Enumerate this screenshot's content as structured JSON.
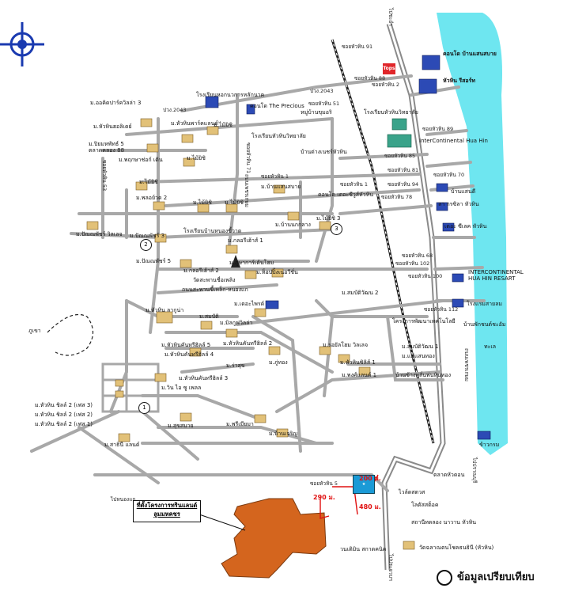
{
  "legend": {
    "text": "ข้อมูลเปรียบเทียบ"
  },
  "project": {
    "label": "ที่ตั้งโครงการทรินแลนด์ ลูมมหคชร"
  },
  "distances": {
    "d200": "200 ม.",
    "d290": "290 ม.",
    "d480": "480 ม."
  },
  "badges": [
    "1",
    "2",
    "3"
  ],
  "colors": {
    "sea": "#6ee6f0",
    "road": "#9a9a9a",
    "project": "#d4651e",
    "red": "#e01010"
  },
  "labels": {
    "sea1": "คอนโด บ้านแสนสบาย",
    "sea2": "หัวหิน รีสอร์ท",
    "sea3": "InterContinental Hua Hin",
    "sea4": "บ้านแสนดี",
    "sea5": "ลา กรซิลา หัวหิน",
    "sea6": "เดอะ ซีเลค หัวหิน",
    "sea7": "INTERCONTINENTAL HUA HIN RESART",
    "sea8": "โรงแรมสายลม",
    "sea9": "บ้านพักชนต์ชะอัม",
    "sea10": "ทะเล",
    "sea11": "ข้าวกรม",
    "sea12": "ตลาดหัวดอน",
    "v1": "ม.ออคิดปาร์ควิลล่า 3",
    "v2": "ม.หัวหินฮอลิเดย์",
    "v3": "ม.ปิยมหพัทธ์ 5",
    "v4": "ตลาดคลอง 88",
    "v5": "ม.พฤกษาช่อก์ เดิน",
    "v6": "ม.หัวหินพาร์คแลนด์",
    "v7": "ม.ไม้ยิชิ",
    "v8": "ม.ไม้ยิชิ",
    "v9": "ม.พลอย์วด 2",
    "v10": "ม.ไม้ยิชิ",
    "v11": "ม.ไม้ยิชิ",
    "v12": "ม.ไม้ยิชิ",
    "v13": "ม.ปัณณพัชร์ วิลเลจ",
    "v14": "ม.ปัณณพัชร์ 3",
    "v15": "ม.ปัณณพัชร์ 5",
    "v16": "ม.กลอรีเฮ้าส์ 1",
    "v17": "ม.กลอรีเฮ้าส์ 2",
    "v18": "ม.ภูษาการ์เด้นโฮม",
    "v19": "ม.ท็อปปิ้งเนอวีชั่น",
    "v20": "วัดสะพานชื่อเพลิง",
    "v21": "ถนนสะพานขี้เหล็ก-หนองแก",
    "v22": "ม.หัวหิน ลากูน่า",
    "v23": "ม.เดอะไพรด์",
    "v24": "ม.สมบัติ",
    "v25": "ม.มิลกูฟวิลล่า",
    "v26": "ม.หัวหินคันทรีฮิลล์ 5",
    "v27": "ม.หัวหินคันทรีฮิลล์ 2",
    "v28": "ม.หัวหินคันทรีฮิลล์ 4",
    "v29": "ม.ร่าสุข",
    "v30": "ม.ภู่ทอง",
    "v31": "ม.หัวหินคันทรีฮิลล์ 3",
    "v32": "ม.วิน ไอ ซู เพลล",
    "v33": "ม.หัวหิน ชิลล์ 2 (เฟส 3)",
    "v34": "ม.หัวหิน ชิลล์ 2 (เฟส 2)",
    "v35": "ม.หัวหิน ชิลล์ 2 (เฟส 1)",
    "v36": "ม.สาธินี แลนด์",
    "v37": "ม.สุขสบาย",
    "v38": "ม.พรีเมียมา",
    "v39": "ม.บ้านเจริญ",
    "v40": "ม.รอยัลโฮม วิลเลจ",
    "v41": "ม.หัวหินซิลิส์ 1",
    "v42": "ม.พงศ์แลนด์ 1",
    "v43": "ม.สมบัติวัฒน 2",
    "v44": "โครงการพัฒนาเทคโนโลยี",
    "v45": "ม.สมบัติวัฒน 1",
    "v46": "ม.แม่แสนทอง",
    "v47": "บ้านข้างพลั่นพ่นหินทอง",
    "v48": "ม.บ้านนกกลาง",
    "v49": "ม.ไม้ยิชิ 3",
    "v50": "ม.บ้านแสนสบาย",
    "v51": "โรงเรียนหอกนวการหลักนาค",
    "v52": "คอนโด The Precious",
    "v53": "หมู่บ้านขุมอริ",
    "v54": "โรงเรียนหัวหินวิทยาลัย",
    "v55": "บ้านต่างเนชร์หัวหิน",
    "v56": "โรงเรียนหัวหินวิทยาลัย",
    "v57": "คอนโด เดอะซีวูส์หัวหิน",
    "v58": "โรงเรียนบ้านหนองขี้วาด",
    "v59": "โลตัสสต็อค",
    "v60": "ไวล์ดสตวส",
    "v61": "สถานีทดลอง นาวาน หัวหิน",
    "v62": "วัดฉลาณตนโชคธนธินี (หัวหิน)",
    "v63": "วนเติมิน สกาดคนิค",
    "v64": "ภูเขา",
    "r1": "ซอยหัวหิน 91",
    "r2": "ซอยหัวหิน 88",
    "r3": "ซอยหัวหิน 89",
    "r4": "ซอยหัวหิน 85",
    "r5": "ซอยหัวหิน 81",
    "r6": "ซอยหัวหิน 94",
    "r7": "ซอยหัวหิน 70",
    "r8": "ซอยหัวหิน 78",
    "r9": "ซอยหัวหิน 68",
    "r10": "ซอยหัวหิน 102",
    "r11": "ซอยหัวหิน 100",
    "r12": "ซอยหัวหิน 112",
    "r13": "ซอยหัวหิน 1",
    "r14": "ปวง.2043",
    "r15": "ปวง.2043",
    "r16": "ซอยหัวหิน 51",
    "r17": "ซอยหัวหิน 1",
    "r18": "ซอยหัวหิน 2",
    "r19": "ไปชะอำ",
    "r20": "ไปประจวบฯ",
    "r21": "ไปปราณบุรี",
    "r22": "ไปหนองแก",
    "r23": "ถนนเพชรเกษม",
    "r24": "ถนนเพชรเกษม",
    "r25": "ซอยหัวหิน 53",
    "r26": "ซอยหัวหิน 71",
    "r27": "ซอยหัวหิน 5"
  }
}
